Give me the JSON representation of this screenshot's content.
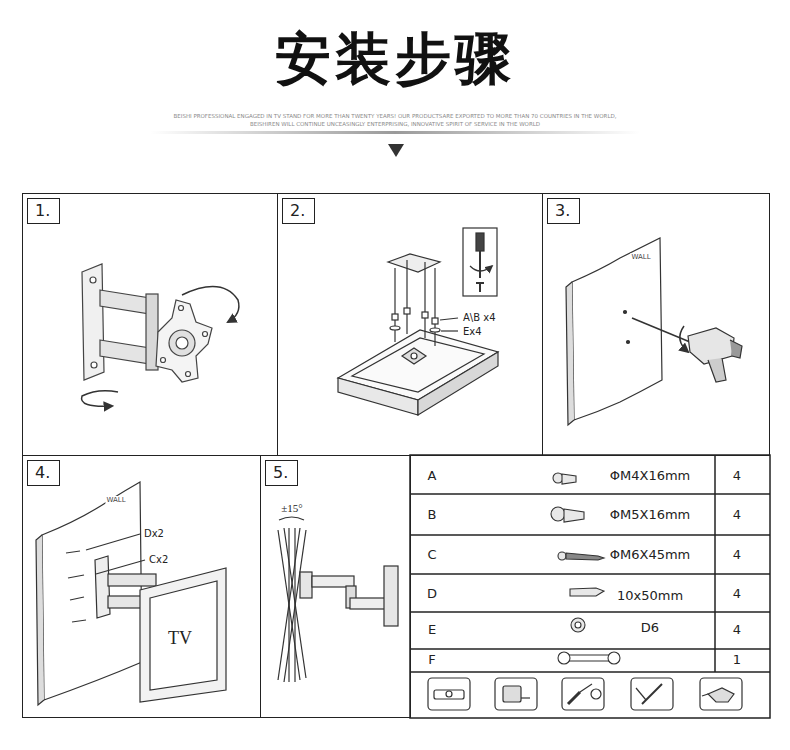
{
  "diagram": {
    "title": "安装步骤",
    "nodes": [
      {
        "text": [
          "1."
        ]
      },
      {
        "text": [
          "2."
        ]
      },
      {
        "text": [
          "3."
        ]
      },
      {
        "text": [
          "4."
        ]
      },
      {
        "text": [
          "5."
        ]
      }
    ],
    "labels": [
      "BEISHI PROFESSIONAL ENGAGED IN TV STAND FOR MORE THAN TWENTY YEARS! OUR PRODUCTSARE EXPORTED TO MORE THAN 70 COUNTRIES IN THE WORLD, BEISHIREN WILL CONTINUE UNCEASINGLY ENTERPRISING, INNOVATIVE SPIRIT OF SERVICE IN THE WORLD",
      "A\\B x4",
      "Ex4",
      "WALL",
      "WALL",
      "Dx2",
      "Cx2",
      "TV",
      "±15°",
      "A",
      "ΦM4X16mm",
      "4",
      "B",
      "ΦM5X16mm",
      "4",
      "C",
      "ΦM6X45mm",
      "4",
      "D",
      "10x50mm",
      "4",
      "E",
      "D6",
      "4",
      "F",
      "1"
    ]
  }
}
